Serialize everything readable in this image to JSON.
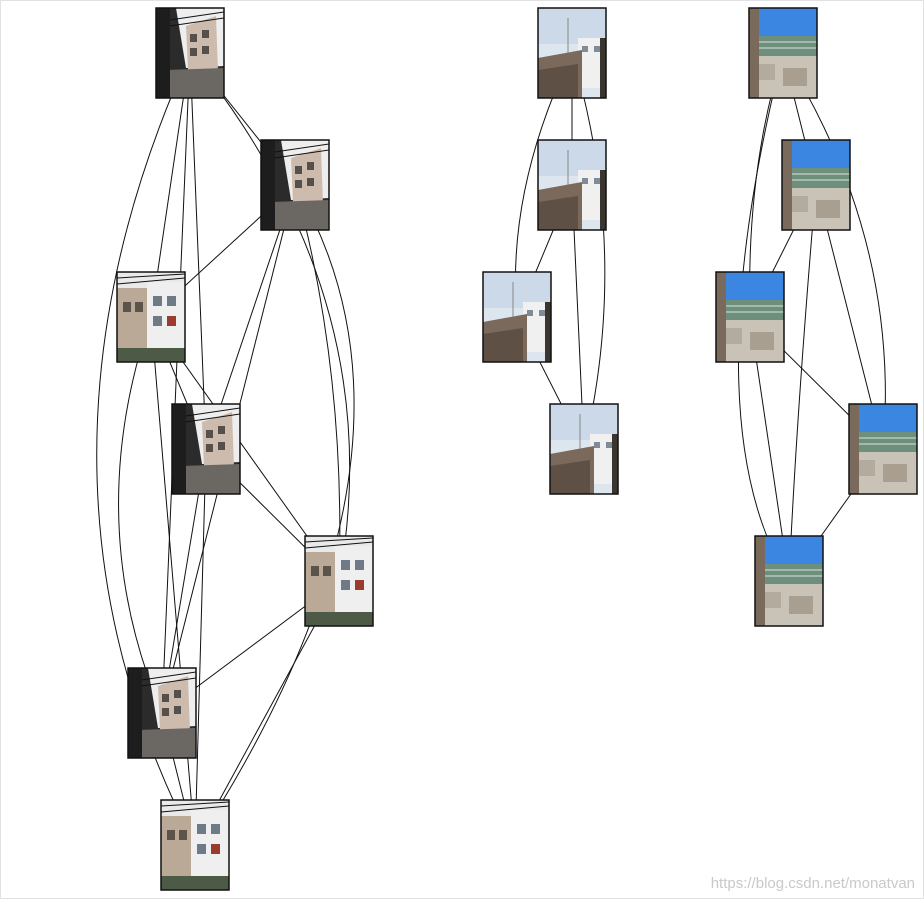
{
  "watermark": "https://blog.csdn.net/monatvan",
  "graphs": [
    {
      "id": "g1",
      "nodes": [
        {
          "id": "a1",
          "scene": "alley"
        },
        {
          "id": "a2",
          "scene": "alley"
        },
        {
          "id": "a3",
          "scene": "building"
        },
        {
          "id": "a4",
          "scene": "alley"
        },
        {
          "id": "a5",
          "scene": "building"
        },
        {
          "id": "a6",
          "scene": "alley"
        },
        {
          "id": "a7",
          "scene": "building"
        }
      ],
      "edges": [
        [
          "a1",
          "a2"
        ],
        [
          "a1",
          "a3"
        ],
        [
          "a1",
          "a4"
        ],
        [
          "a1",
          "a6"
        ],
        [
          "a1",
          "a7"
        ],
        [
          "a1",
          "a5"
        ],
        [
          "a2",
          "a3"
        ],
        [
          "a2",
          "a4"
        ],
        [
          "a2",
          "a6"
        ],
        [
          "a2",
          "a5"
        ],
        [
          "a2",
          "a7"
        ],
        [
          "a3",
          "a4"
        ],
        [
          "a3",
          "a5"
        ],
        [
          "a3",
          "a6"
        ],
        [
          "a3",
          "a7"
        ],
        [
          "a4",
          "a5"
        ],
        [
          "a4",
          "a6"
        ],
        [
          "a4",
          "a7"
        ],
        [
          "a5",
          "a6"
        ],
        [
          "a5",
          "a7"
        ],
        [
          "a6",
          "a7"
        ]
      ]
    },
    {
      "id": "g2",
      "nodes": [
        {
          "id": "b1",
          "scene": "rooftop"
        },
        {
          "id": "b2",
          "scene": "rooftop"
        },
        {
          "id": "b3",
          "scene": "rooftop"
        },
        {
          "id": "b4",
          "scene": "rooftop"
        }
      ],
      "edges": [
        [
          "b1",
          "b2"
        ],
        [
          "b1",
          "b3"
        ],
        [
          "b1",
          "b4"
        ],
        [
          "b2",
          "b3"
        ],
        [
          "b2",
          "b4"
        ],
        [
          "b3",
          "b4"
        ]
      ]
    },
    {
      "id": "g3",
      "nodes": [
        {
          "id": "c1",
          "scene": "wall"
        },
        {
          "id": "c2",
          "scene": "wall"
        },
        {
          "id": "c3",
          "scene": "wall"
        },
        {
          "id": "c4",
          "scene": "wall"
        },
        {
          "id": "c5",
          "scene": "wall"
        }
      ],
      "edges": [
        [
          "c1",
          "c2"
        ],
        [
          "c1",
          "c3"
        ],
        [
          "c1",
          "c4"
        ],
        [
          "c1",
          "c5"
        ],
        [
          "c2",
          "c3"
        ],
        [
          "c2",
          "c4"
        ],
        [
          "c2",
          "c5"
        ],
        [
          "c3",
          "c4"
        ],
        [
          "c3",
          "c5"
        ],
        [
          "c4",
          "c5"
        ]
      ]
    }
  ],
  "colors": {
    "edge": "#111111",
    "node_border": "#111111",
    "sky": "#3b86e0",
    "sky_pale": "#dde6ef",
    "concrete": "#c9c2b6",
    "brick": "#7b6a5b",
    "facade": "#d8d4cc",
    "dark": "#2b2b2b"
  }
}
